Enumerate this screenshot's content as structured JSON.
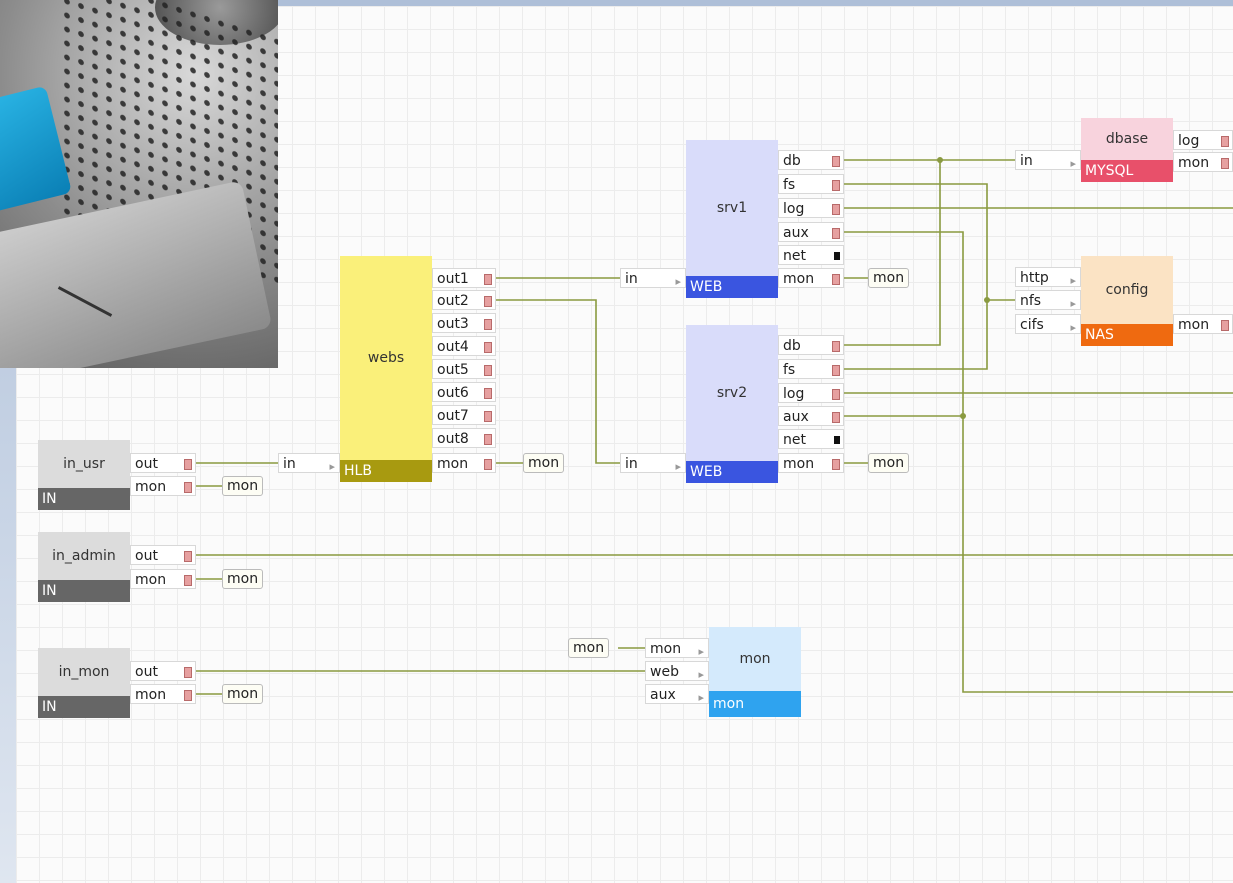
{
  "colors": {
    "wire": "#8a9a40",
    "web_block": "#d9dcfa",
    "web_type": "#3a55e0",
    "hlb_block": "#faf07a",
    "hlb_type": "#a89a10",
    "in_block": "#dcdcdc",
    "in_type": "#666666",
    "mysql_block": "#f8d3dd",
    "mysql_type": "#e8506a",
    "nas_block": "#fbe3c4",
    "nas_type": "#ef6a10",
    "mon_block": "#d4eafc",
    "mon_type": "#2fa3ef"
  },
  "blocks": {
    "in_usr": {
      "title": "in_usr",
      "type": "IN",
      "ports": [
        "out",
        "mon"
      ]
    },
    "in_admin": {
      "title": "in_admin",
      "type": "IN",
      "ports": [
        "out",
        "mon"
      ]
    },
    "in_mon": {
      "title": "in_mon",
      "type": "IN",
      "ports": [
        "out",
        "mon"
      ]
    },
    "webs": {
      "title": "webs",
      "type": "HLB",
      "input": "in",
      "ports": [
        "out1",
        "out2",
        "out3",
        "out4",
        "out5",
        "out6",
        "out7",
        "out8",
        "mon"
      ]
    },
    "srv1": {
      "title": "srv1",
      "type": "WEB",
      "input": "in",
      "ports": [
        "db",
        "fs",
        "log",
        "aux",
        "net",
        "mon"
      ]
    },
    "srv2": {
      "title": "srv2",
      "type": "WEB",
      "input": "in",
      "ports": [
        "db",
        "fs",
        "log",
        "aux",
        "net",
        "mon"
      ]
    },
    "dbase": {
      "title": "dbase",
      "type": "MYSQL",
      "input": "in",
      "ports": [
        "log",
        "mon"
      ]
    },
    "config": {
      "title": "config",
      "type": "NAS",
      "inputs": [
        "http",
        "nfs",
        "cifs"
      ],
      "ports": [
        "mon"
      ]
    },
    "mon": {
      "title": "mon",
      "type": "mon",
      "inputs": [
        "mon",
        "web",
        "aux"
      ]
    }
  },
  "tags": {
    "mon": "mon"
  }
}
